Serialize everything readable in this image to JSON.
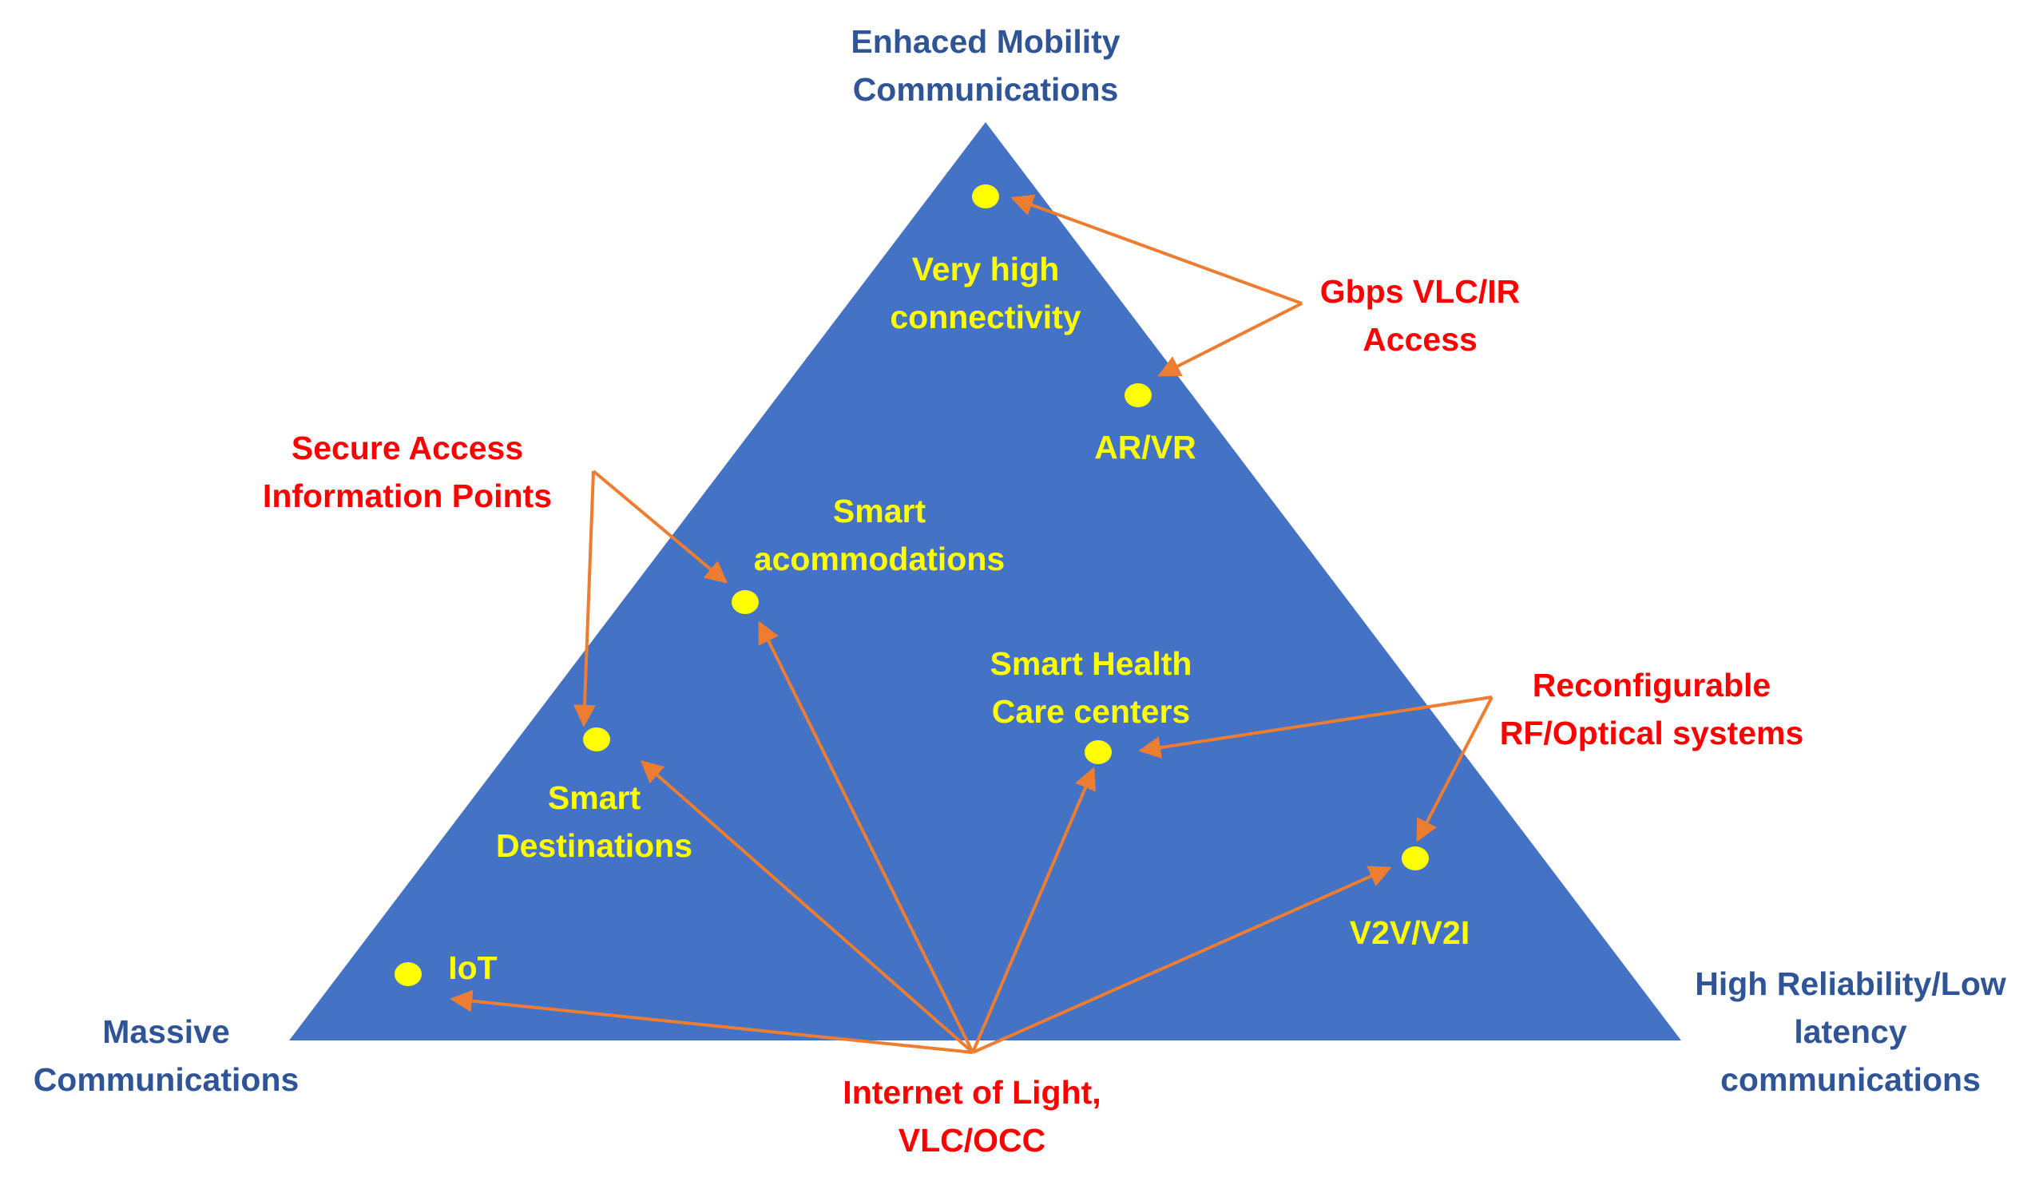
{
  "colors": {
    "triangle": "#4472C4",
    "corner_text": "#2F5597",
    "use_case_text": "#FFFF00",
    "dot": "#FFFF00",
    "tech_text": "#FF0000",
    "arrow": "#ED7D31",
    "background": "#FFFFFF"
  },
  "corners": {
    "top": [
      "Enhaced Mobility",
      "Communications"
    ],
    "left": [
      "Massive",
      "Communications"
    ],
    "right": [
      "High Reliability/Low",
      "latency",
      "communications"
    ]
  },
  "use_cases": {
    "very_high_connectivity": [
      "Very high",
      "connectivity"
    ],
    "ar_vr": [
      "AR/VR"
    ],
    "smart_accommodations": [
      "Smart",
      "acommodations"
    ],
    "smart_health": [
      "Smart Health",
      "Care centers"
    ],
    "smart_destinations": [
      "Smart",
      "Destinations"
    ],
    "v2v_v2i": [
      "V2V/V2I"
    ],
    "iot": [
      "IoT"
    ]
  },
  "technologies": {
    "gbps_vlc_ir": [
      "Gbps VLC/IR",
      "Access"
    ],
    "secure_access": [
      "Secure Access",
      "Information Points"
    ],
    "reconfigurable": [
      "Reconfigurable",
      "RF/Optical systems"
    ],
    "internet_of_light": [
      "Internet of Light,",
      "VLC/OCC"
    ]
  },
  "links": [
    [
      "gbps_vlc_ir",
      "very_high_connectivity"
    ],
    [
      "gbps_vlc_ir",
      "ar_vr"
    ],
    [
      "secure_access",
      "smart_accommodations"
    ],
    [
      "secure_access",
      "smart_destinations"
    ],
    [
      "reconfigurable",
      "smart_health"
    ],
    [
      "reconfigurable",
      "v2v_v2i"
    ],
    [
      "internet_of_light",
      "iot"
    ],
    [
      "internet_of_light",
      "smart_destinations"
    ],
    [
      "internet_of_light",
      "smart_accommodations"
    ],
    [
      "internet_of_light",
      "smart_health"
    ],
    [
      "internet_of_light",
      "v2v_v2i"
    ]
  ]
}
